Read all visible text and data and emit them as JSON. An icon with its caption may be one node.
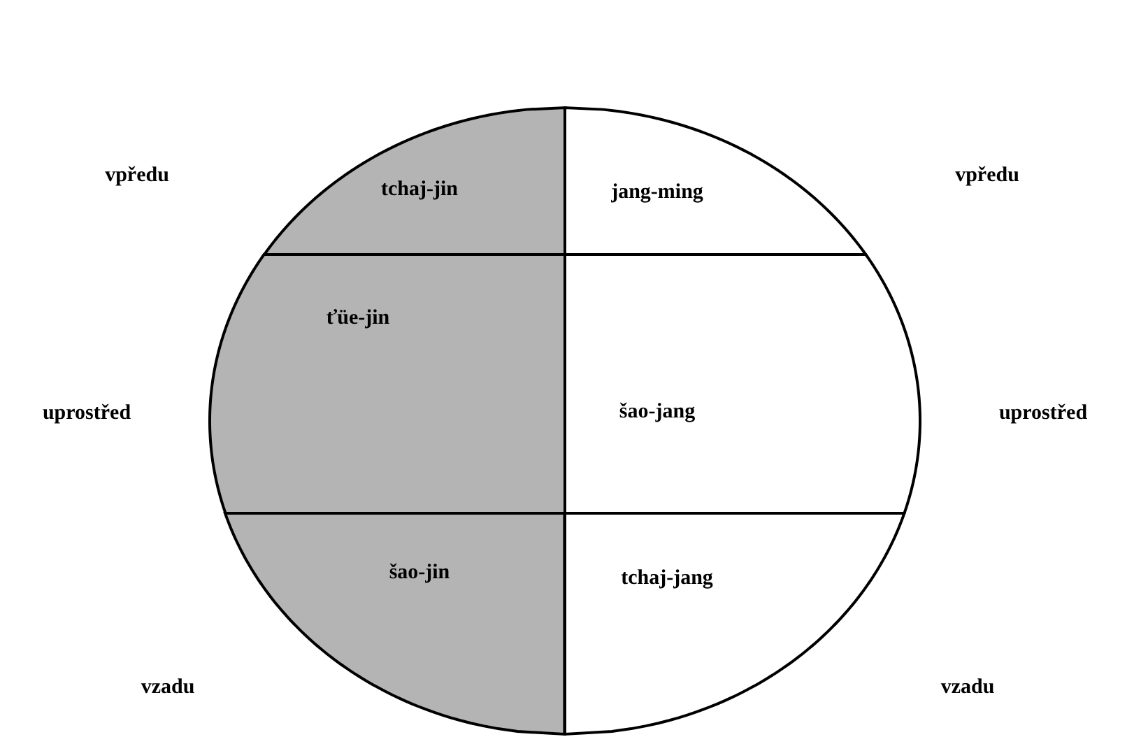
{
  "diagram": {
    "nodes": [
      {
        "text": [
          "tchaj-jin"
        ]
      },
      {
        "text": [
          "jang-ming"
        ]
      },
      {
        "text": [
          "ťüe-jin"
        ]
      },
      {
        "text": [
          "šao-jang"
        ]
      },
      {
        "text": [
          "šao-jin"
        ]
      },
      {
        "text": [
          "tchaj-jang"
        ]
      }
    ],
    "labels": [
      "vpředu",
      "vpředu",
      "uprostřed",
      "uprostřed",
      "vzadu",
      "vzadu"
    ]
  }
}
